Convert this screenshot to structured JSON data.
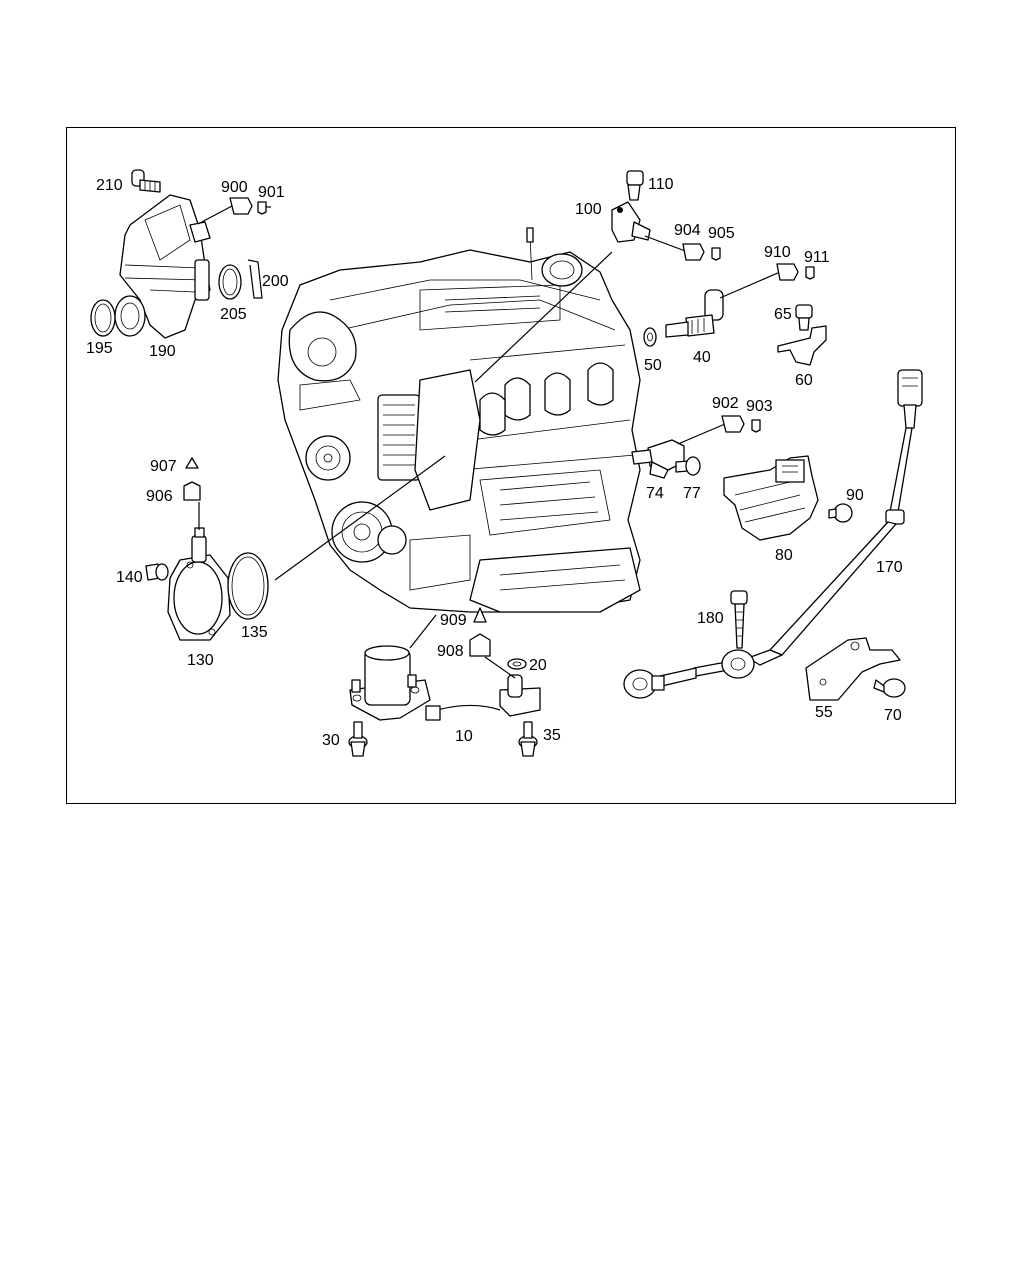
{
  "diagram": {
    "labels": {
      "p210": "210",
      "p900": "900",
      "p901": "901",
      "p200": "200",
      "p205": "205",
      "p195": "195",
      "p190": "190",
      "p110": "110",
      "p100": "100",
      "p904": "904",
      "p905": "905",
      "p910": "910",
      "p911": "911",
      "p65": "65",
      "p60": "60",
      "p50": "50",
      "p40": "40",
      "p902": "902",
      "p903": "903",
      "p74": "74",
      "p77": "77",
      "p90": "90",
      "p80": "80",
      "p907": "907",
      "p906": "906",
      "p140": "140",
      "p135": "135",
      "p130": "130",
      "p170": "170",
      "p180": "180",
      "p909": "909",
      "p908": "908",
      "p20": "20",
      "p10": "10",
      "p30": "30",
      "p35": "35",
      "p55": "55",
      "p70": "70"
    }
  }
}
